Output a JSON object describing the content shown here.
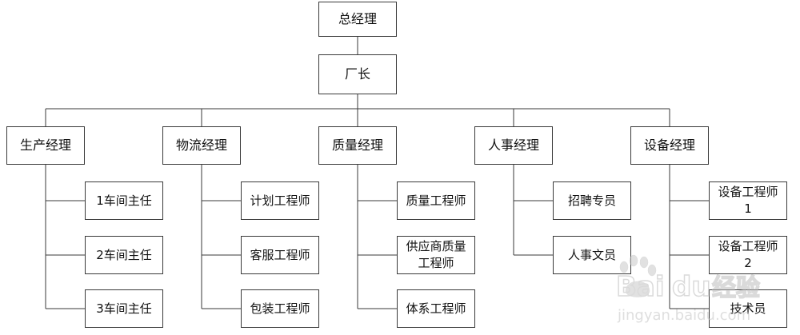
{
  "org_chart": {
    "top": "总经理",
    "plant": "厂长",
    "managers": [
      {
        "label": "生产经理",
        "reports": [
          "1车间主任",
          "2车间主任",
          "3车间主任"
        ]
      },
      {
        "label": "物流经理",
        "reports": [
          "计划工程师",
          "客服工程师",
          "包装工程师"
        ]
      },
      {
        "label": "质量经理",
        "reports": [
          "质量工程师",
          "供应商质量\n工程师",
          "体系工程师"
        ]
      },
      {
        "label": "人事经理",
        "reports": [
          "招聘专员",
          "人事文员"
        ]
      },
      {
        "label": "设备经理",
        "reports": [
          "设备工程师\n1",
          "设备工程师\n2",
          "技术员"
        ]
      }
    ]
  },
  "watermark": {
    "brand": "Baidu经验",
    "url": "jingyan.baidu.com"
  },
  "colors": {
    "line": "#3a3a3a",
    "box_border": "#3a3a3a",
    "text": "#111111"
  }
}
